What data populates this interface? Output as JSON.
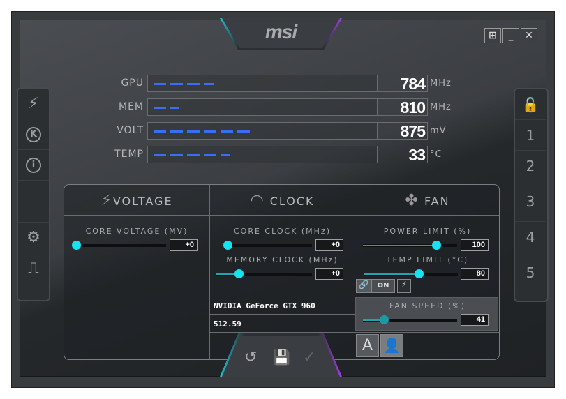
{
  "logo": "msi",
  "window_buttons": {
    "windows": "⊞",
    "minimize": "_",
    "close": "✕"
  },
  "left_sidebar": [
    "k-boost-icon",
    "kombustor-icon",
    "info-icon",
    "settings-icon",
    "monitor-icon"
  ],
  "left_icons": {
    "k": "K",
    "info": "i",
    "settings": "⚙",
    "monitor": "⎍",
    "kboost": "⚡"
  },
  "right_sidebar": {
    "lock": "🔓",
    "profiles": [
      "1",
      "2",
      "3",
      "4",
      "5"
    ]
  },
  "monitor": [
    {
      "label": "GPU",
      "value": "784",
      "unit": "MHz",
      "graph_fraction": 0.28
    },
    {
      "label": "MEM",
      "value": "810",
      "unit": "MHz",
      "graph_fraction": 0.12
    },
    {
      "label": "VOLT",
      "value": "875",
      "unit": "mV",
      "graph_fraction": 0.45
    },
    {
      "label": "TEMP",
      "value": "33",
      "unit": "°C",
      "graph_fraction": 0.35
    }
  ],
  "sections": {
    "voltage": "VOLTAGE",
    "clock": "CLOCK",
    "fan": "FAN"
  },
  "sliders": {
    "core_voltage": {
      "label": "CORE VOLTAGE (MV)",
      "value": "+0",
      "fraction": 0
    },
    "core_clock": {
      "label": "CORE CLOCK (MHz)",
      "value": "+0",
      "fraction": 0
    },
    "memory_clock": {
      "label": "MEMORY CLOCK (MHz)",
      "value": "+0",
      "fraction": 0.23
    },
    "power_limit": {
      "label": "POWER LIMIT (%)",
      "value": "100",
      "fraction": 0.78
    },
    "temp_limit": {
      "label": "TEMP LIMIT (°C)",
      "value": "80",
      "fraction": 0.58
    },
    "fan_speed": {
      "label": "FAN SPEED (%)",
      "value": "41",
      "fraction": 0.22
    }
  },
  "link_toggle": "ON",
  "gpu_name": "NVIDIA GeForce GTX 960",
  "driver": "512.59",
  "fan_modes": {
    "auto": "A"
  },
  "bottom": {
    "reset": "↺",
    "save": "💾",
    "apply": "✓"
  }
}
